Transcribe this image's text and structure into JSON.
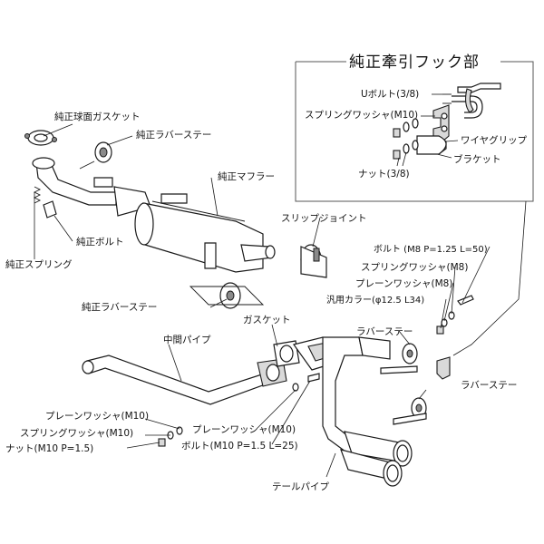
{
  "title": "純正牽引フック部",
  "labels": {
    "u_bolt": "Uボルト(3/8)",
    "spring_washer_m10_hook": "スプリングワッシャ(M10)",
    "wire_grip": "ワイヤグリップ",
    "bracket": "ブラケット",
    "nut_3_8": "ナット(3/8)",
    "oem_ball_gasket": "純正球面ガスケット",
    "oem_rubber_stay_top": "純正ラバーステー",
    "oem_muffler": "純正マフラー",
    "slip_joint": "スリップジョイント",
    "oem_bolt": "純正ボルト",
    "oem_spring": "純正スプリング",
    "bolt_m8": "ボルト (M8 P=1.25 L=50)",
    "spring_washer_m8": "スプリングワッシャ(M8)",
    "plain_washer_m8": "プレーンワッシャ(M8)",
    "collar": "汎用カラー(φ12.5  L34)",
    "oem_rubber_stay_mid": "純正ラバーステー",
    "gasket": "ガスケット",
    "rubber_stay_1": "ラバーステー",
    "mid_pipe": "中間パイプ",
    "rubber_stay_2": "ラバーステー",
    "plain_washer_m10_left": "プレーンワッシャ(M10)",
    "spring_washer_m10_left": "スプリングワッシャ(M10)",
    "nut_m10": "ナット(M10 P=1.5)",
    "plain_washer_m10_center": "プレーンワッシャ(M10)",
    "bolt_m10": "ボルト(M10 P=1.5 L=25)",
    "tail_pipe": "テールパイプ"
  }
}
